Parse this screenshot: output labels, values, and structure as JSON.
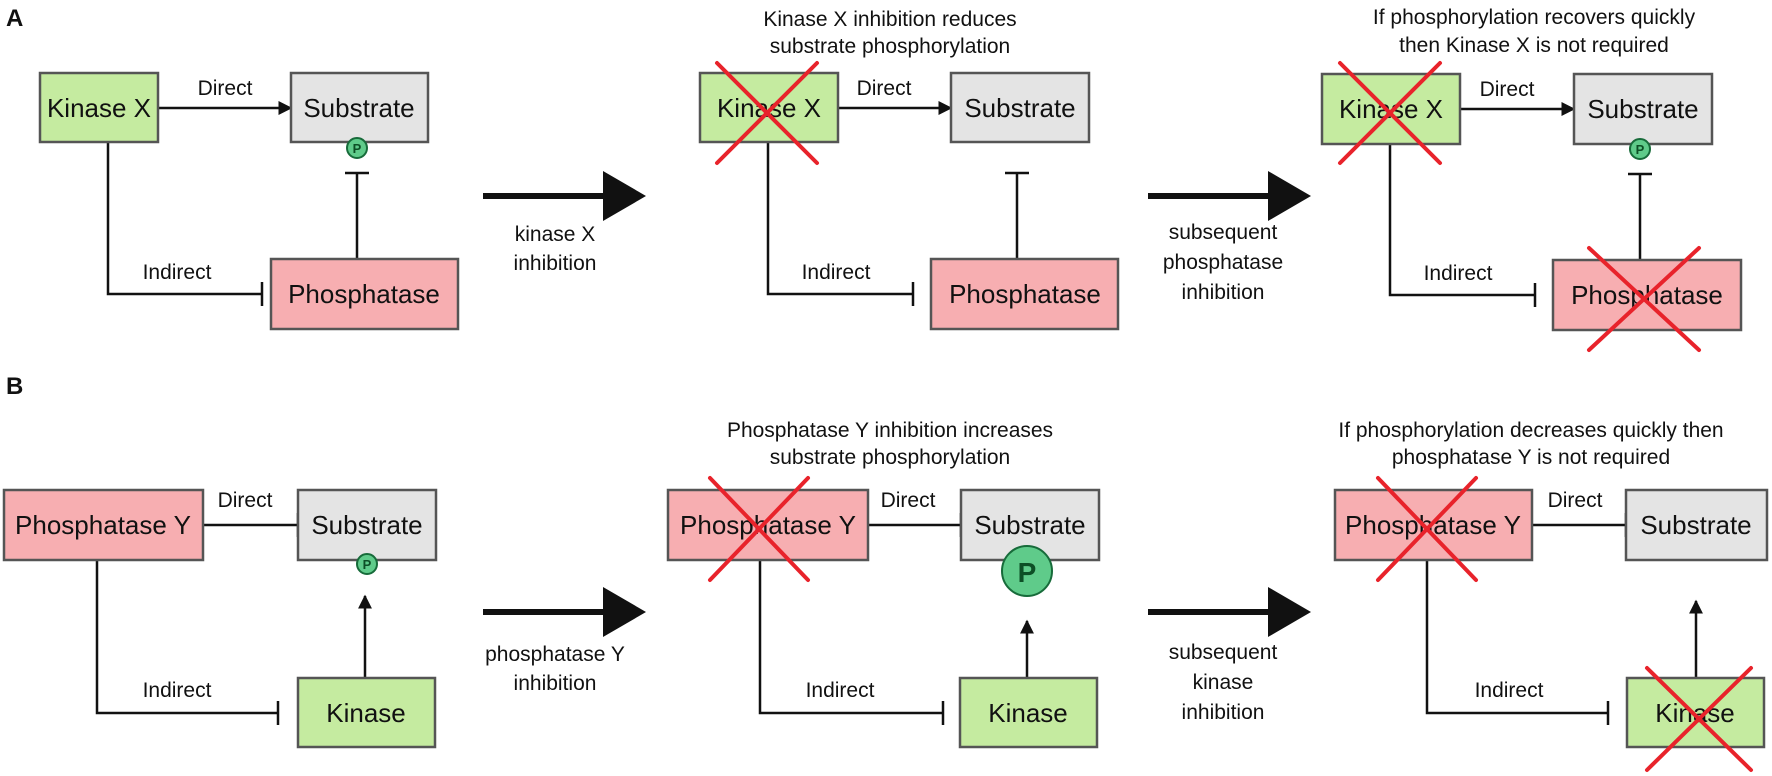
{
  "colors": {
    "kinase": "#c5eba0",
    "phosphatase": "#f7aeb1",
    "substrate": "#e4e4e4",
    "box_border": "#555555",
    "inhibition_cross": "#e8232b",
    "phospho_badge": "#5fcb8a"
  },
  "panels": {
    "a": {
      "label": "A"
    },
    "b": {
      "label": "B"
    }
  },
  "labels": {
    "kinase_x": "Kinase X",
    "kinase": "Kinase",
    "phosphatase": "Phosphatase",
    "phosphatase_y": "Phosphatase Y",
    "substrate": "Substrate",
    "direct": "Direct",
    "indirect": "Indirect",
    "phospho": "P"
  },
  "captions": {
    "a2": [
      "Kinase X inhibition reduces",
      "substrate phosphorylation"
    ],
    "a3": [
      "If phosphorylation recovers quickly",
      "then Kinase X is not required"
    ],
    "b2": [
      "Phosphatase Y inhibition increases",
      "substrate phosphorylation"
    ],
    "b3": [
      "If phosphorylation decreases quickly then",
      "phosphatase Y is not required"
    ]
  },
  "transitions": {
    "a1": [
      "kinase X",
      "inhibition"
    ],
    "a2": [
      "subsequent",
      "phosphatase",
      "inhibition"
    ],
    "b1": [
      "phosphatase Y",
      "inhibition"
    ],
    "b2": [
      "subsequent",
      "kinase",
      "inhibition"
    ]
  }
}
